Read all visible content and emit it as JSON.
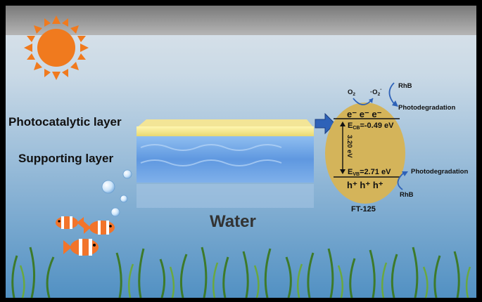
{
  "layers": {
    "photocatalytic": "Photocatalytic layer",
    "supporting": "Supporting layer"
  },
  "medium": "Water",
  "catalyst": {
    "name": "FT-125",
    "electrons": "e⁻ e⁻ e⁻",
    "holes": "h⁺ h⁺ h⁺",
    "cb_label": "E",
    "cb_sub": "CB",
    "cb_value": "=-0.49 eV",
    "vb_label": "E",
    "vb_sub": "VB",
    "vb_value": "=2.71 eV",
    "bandgap": "3.20 eV"
  },
  "reactions": {
    "o2": "O",
    "o2_sub": "2",
    "superoxide": "·O",
    "superoxide_sub": "2",
    "superoxide_sup": "-",
    "dye_top": "RhB",
    "degradation_top": "Photodegradation",
    "dye_bottom": "RhB",
    "degradation_bottom": "Photodegradation"
  },
  "colors": {
    "sun": "#f07a1e",
    "photocatalytic_layer": "#f0e68c",
    "supporting_layer": "#5f98e0",
    "catalyst_ellipse": "#d4b45a",
    "arrow": "#2e62b8",
    "fish": "#f2742a"
  }
}
